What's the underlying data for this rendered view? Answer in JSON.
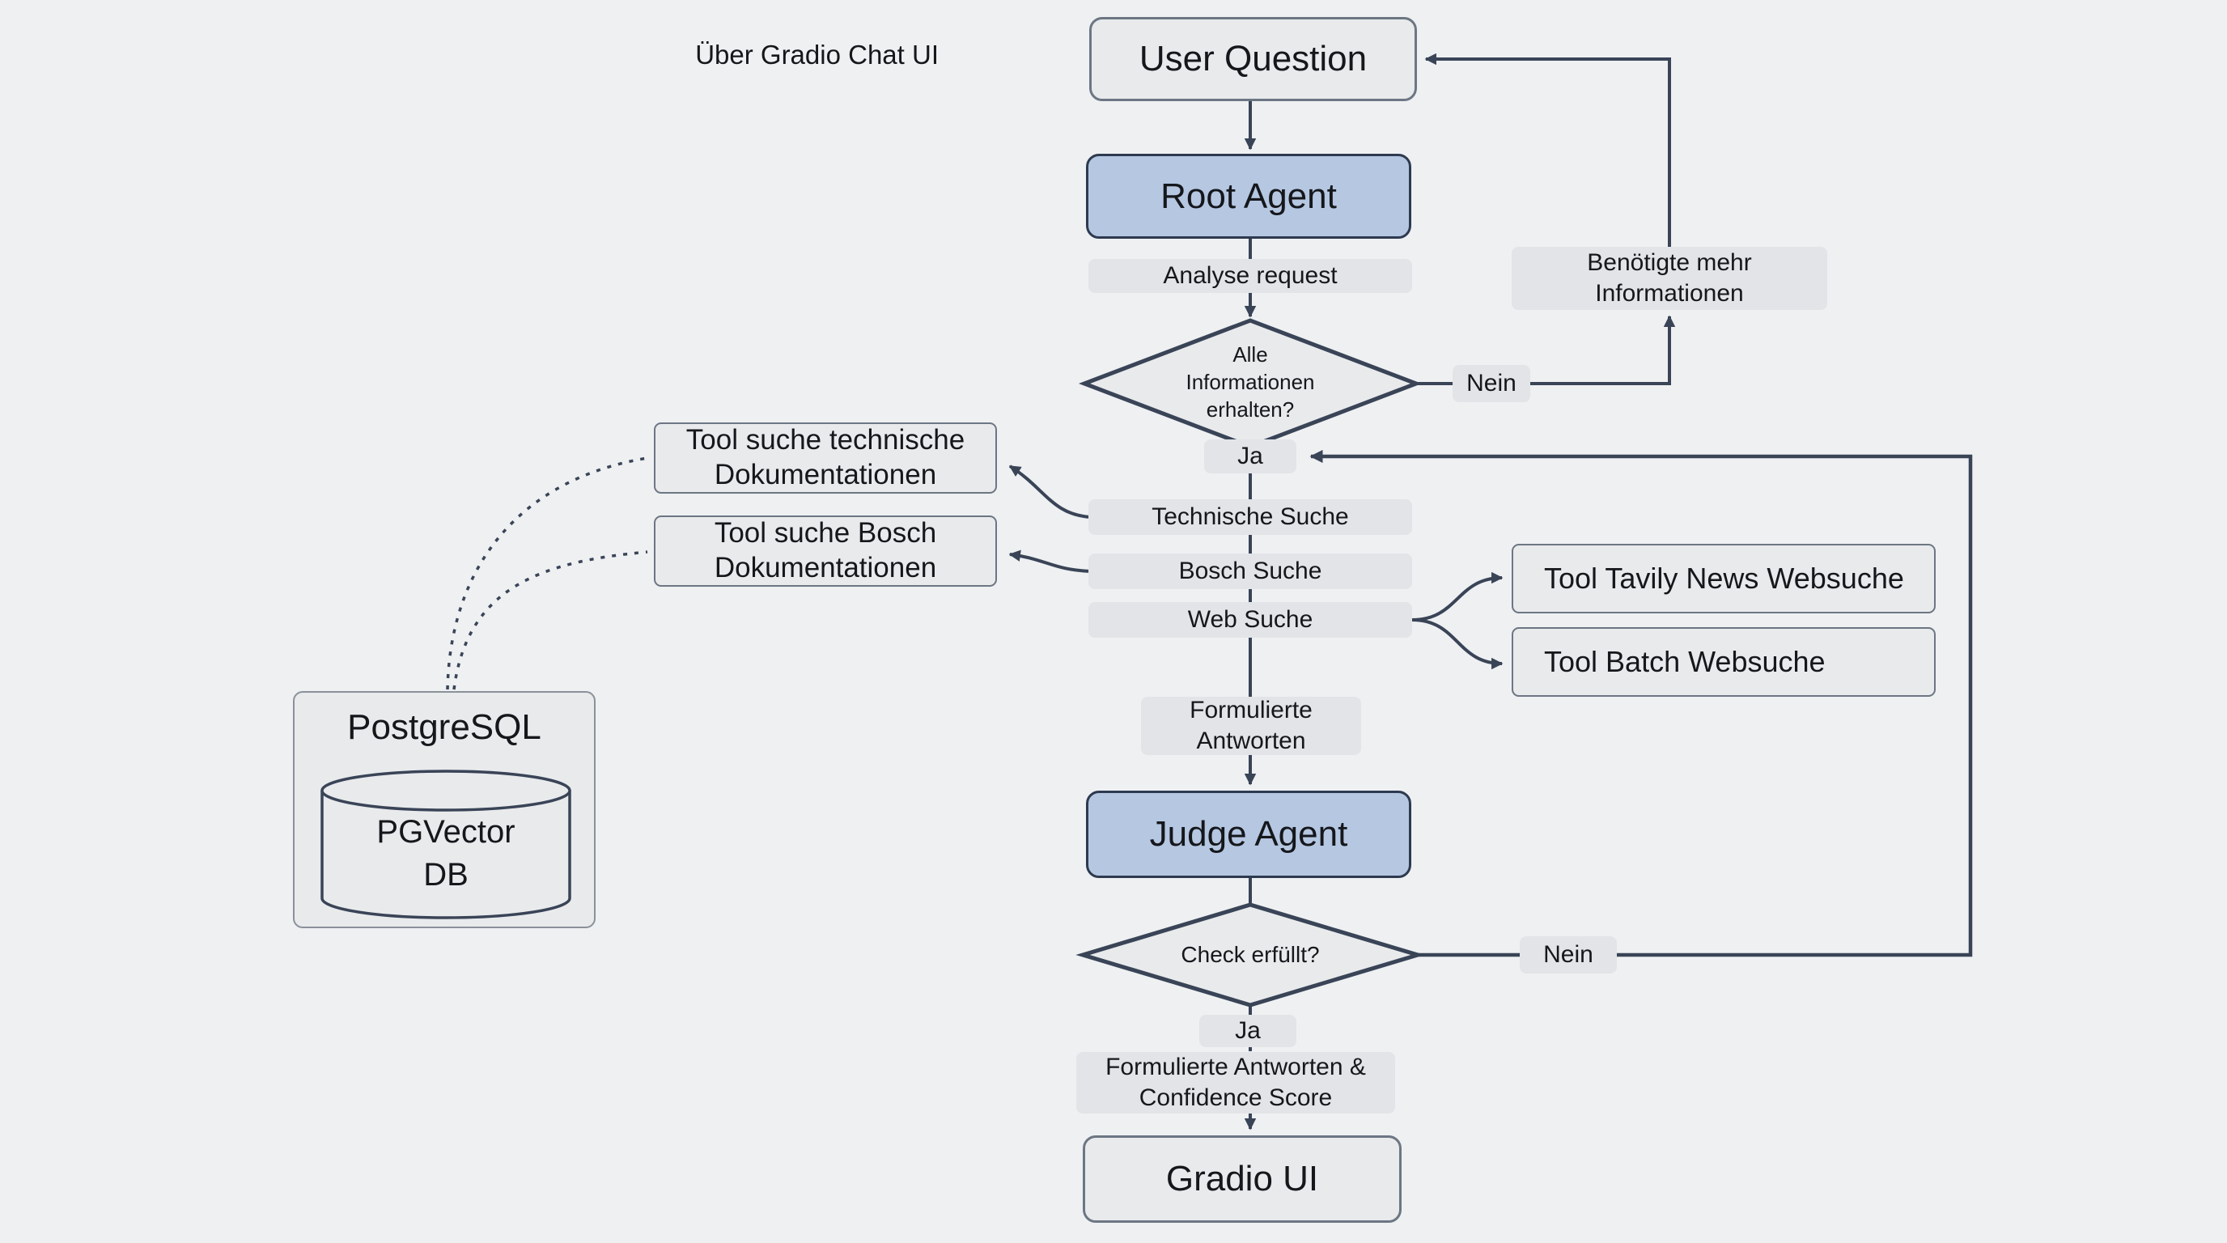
{
  "colors": {
    "bg": "#eef0f2",
    "node-fill": "#e8eaec",
    "node-border": "#6d7683",
    "soft-border": "#8a9199",
    "label-fill": "#e2e4e7",
    "accent-fill": "#b5c7e1",
    "accent-border": "#2d3a4f",
    "line": "#3a4457",
    "text": "#15171b"
  },
  "annotation": "Über Gradio Chat UI",
  "flow": {
    "user_question": "User Question",
    "root_agent": "Root Agent",
    "analyse_request": "Analyse request",
    "decision1": {
      "l1": "Alle",
      "l2": "Informationen",
      "l3": "erhalten?"
    },
    "nein1": "Nein",
    "need_info": {
      "l1": "Benötigte mehr",
      "l2": "Informationen"
    },
    "ja1": "Ja",
    "technische_suche": "Technische Suche",
    "bosch_suche": "Bosch Suche",
    "web_suche": "Web Suche",
    "tool_tech": {
      "l1": "Tool suche technische",
      "l2": "Dokumentationen"
    },
    "tool_bosch": {
      "l1": "Tool suche Bosch",
      "l2": "Dokumentationen"
    },
    "tool_tavily": "Tool Tavily News Websuche",
    "tool_batch": "Tool Batch Websuche",
    "formulierte": {
      "l1": "Formulierte",
      "l2": "Antworten"
    },
    "judge_agent": "Judge Agent",
    "decision2": "Check erfüllt?",
    "nein2": "Nein",
    "ja2": "Ja",
    "final_answer": {
      "l1": "Formulierte Antworten &",
      "l2": "Confidence Score"
    },
    "gradio_ui": "Gradio UI",
    "postgresql": "PostgreSQL",
    "pgvector": {
      "l1": "PGVector",
      "l2": "DB"
    }
  }
}
